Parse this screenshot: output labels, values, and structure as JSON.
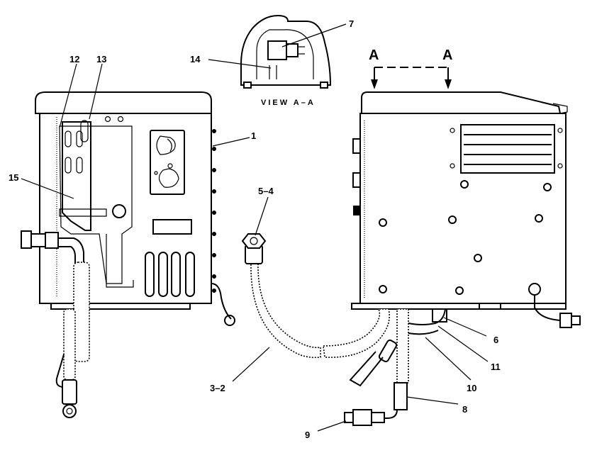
{
  "view_title": "VIEW A–A",
  "section_marks": [
    "A",
    "A"
  ],
  "callouts": [
    {
      "id": "c1",
      "text": "1"
    },
    {
      "id": "c12",
      "text": "12"
    },
    {
      "id": "c13",
      "text": "13"
    },
    {
      "id": "c15",
      "text": "15"
    },
    {
      "id": "c7",
      "text": "7"
    },
    {
      "id": "c14",
      "text": "14"
    },
    {
      "id": "c54",
      "text": "5–4"
    },
    {
      "id": "c32",
      "text": "3–2"
    },
    {
      "id": "c6",
      "text": "6"
    },
    {
      "id": "c11",
      "text": "11"
    },
    {
      "id": "c10",
      "text": "10"
    },
    {
      "id": "c8",
      "text": "8"
    },
    {
      "id": "c9",
      "text": "9"
    }
  ]
}
